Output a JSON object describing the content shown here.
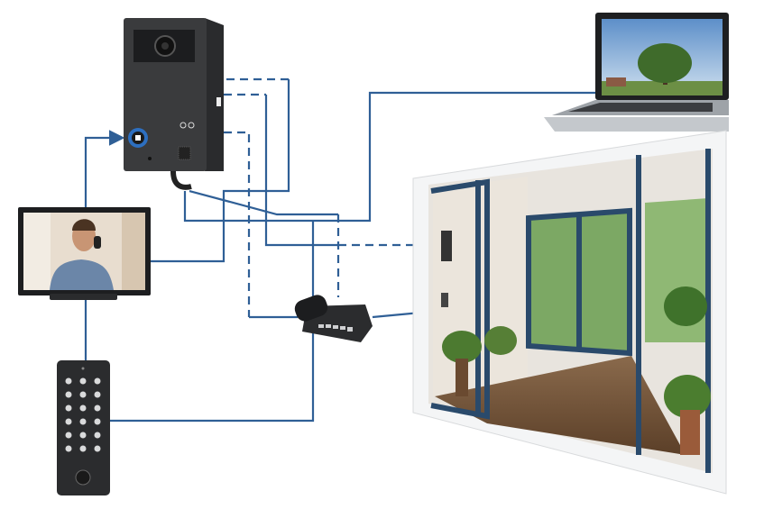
{
  "diagram": {
    "components": [
      {
        "id": "door-station",
        "icon": "intercom-door-station-icon"
      },
      {
        "id": "laptop",
        "icon": "laptop-icon"
      },
      {
        "id": "indoor-monitor",
        "icon": "video-monitor-icon"
      },
      {
        "id": "keypad",
        "icon": "keypad-icon"
      },
      {
        "id": "desk-phone",
        "icon": "desk-phone-icon"
      },
      {
        "id": "entrance-door",
        "icon": "glass-door-icon"
      }
    ]
  },
  "colors": {
    "wire": "#2f5f96",
    "device": "#3a3b3d",
    "device_dark": "#1f2022",
    "accent_ring": "#2d6fc0",
    "frame": "#2a4a6b",
    "background": "#ffffff"
  }
}
